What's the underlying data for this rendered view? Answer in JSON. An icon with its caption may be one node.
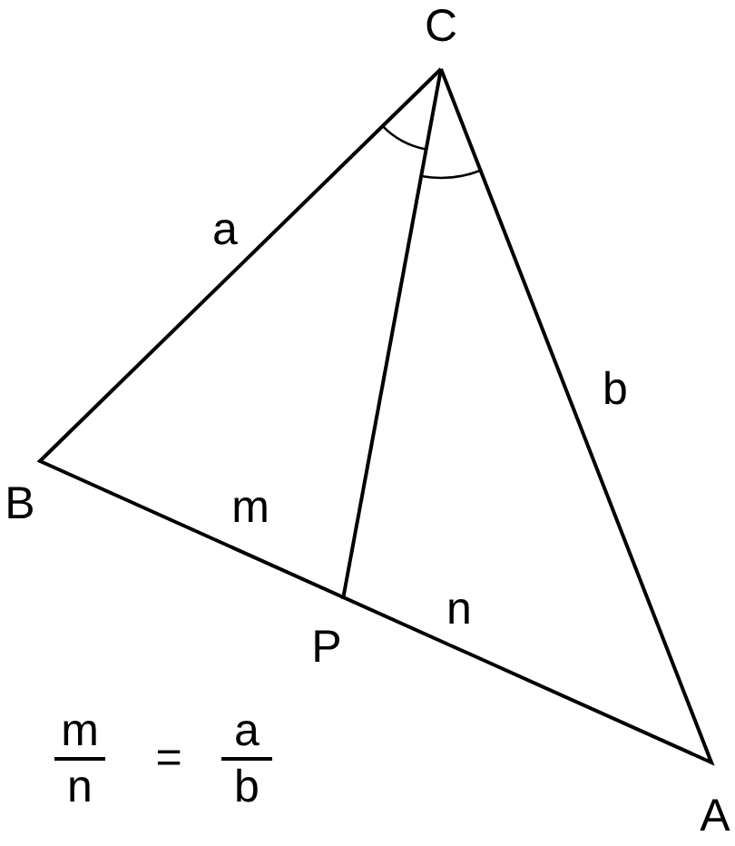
{
  "diagram": {
    "labels": [
      "C",
      "a",
      "b",
      "B",
      "m",
      "n",
      "P",
      "m",
      "n",
      "=",
      "a",
      "b",
      "A"
    ]
  }
}
